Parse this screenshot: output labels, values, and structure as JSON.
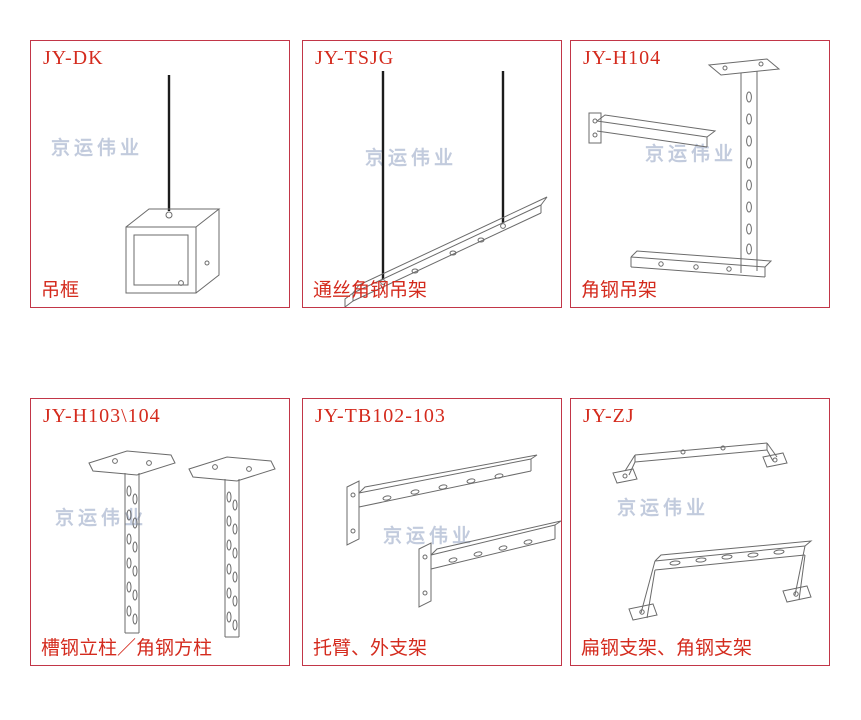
{
  "watermark": {
    "text": "京运伟业",
    "color": "#9aa9c7"
  },
  "colors": {
    "panel_border": "#c23648",
    "label_text": "#d42b1e",
    "line_art": "#6b6b6b",
    "rod": "#1c1c1c",
    "background": "#ffffff"
  },
  "panels": [
    {
      "code": "JY-DK",
      "name": "吊框",
      "drawing": "hanging-frame"
    },
    {
      "code": "JY-TSJG",
      "name": "通丝角钢吊架",
      "drawing": "threaded-rod-angle-steel-hanger"
    },
    {
      "code": "JY-H104",
      "name": "角钢吊架",
      "drawing": "angle-steel-hanger"
    },
    {
      "code": "JY-H103\\104",
      "name": "槽钢立柱／角钢方柱",
      "drawing": "channel-steel-column"
    },
    {
      "code": "JY-TB102-103",
      "name": "托臂、外支架",
      "drawing": "cantilever-arm-bracket"
    },
    {
      "code": "JY-ZJ",
      "name": "扁钢支架、角钢支架",
      "drawing": "flat-steel-bracket"
    }
  ]
}
